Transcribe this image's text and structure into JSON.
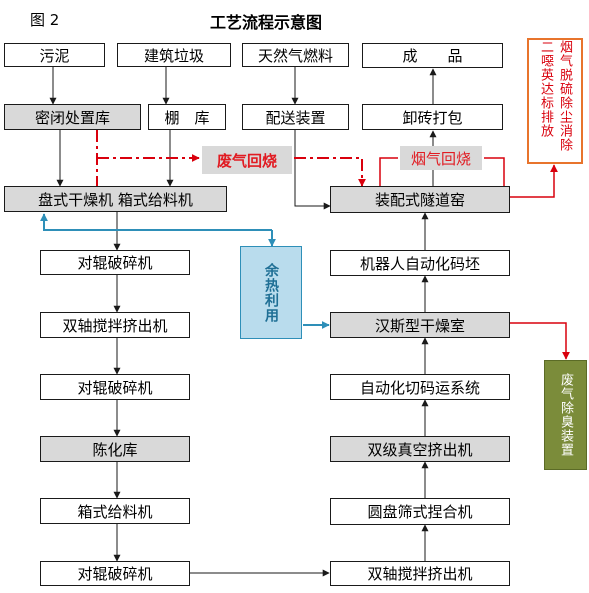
{
  "figure": {
    "label": "图 2",
    "title": "工艺流程示意图"
  },
  "colors": {
    "red": "#d9000d",
    "blue": "#2e8fb8",
    "gray_fill": "#d9d9d9",
    "blue_fill": "#b9dced",
    "green_fill": "#7b8c3a",
    "orange_border": "#e8742c",
    "red_text": "#e11b22"
  },
  "nodes": {
    "sludge": "污泥",
    "construction_waste": "建筑垃圾",
    "natural_gas_fuel": "天然气燃料",
    "finished_product": "成　　品",
    "sealed_depot": "密闭处置库",
    "shed_depot": "棚　库",
    "delivery_device": "配送装置",
    "unload_pack": "卸砖打包",
    "disc_dryer_box_feeder": "盘式干燥机  箱式给料机",
    "tunnel_kiln": "装配式隧道窑",
    "roller_crusher_1": "对辊破碎机",
    "robot_stacker": "机器人自动化码坯",
    "twin_shaft_extruder_1": "双轴搅拌挤出机",
    "hans_dryer": "汉斯型干燥室",
    "roller_crusher_2": "对辊破碎机",
    "auto_cut_stack": "自动化切码运系统",
    "aging_depot": "陈化库",
    "vacuum_extruder": "双级真空挤出机",
    "box_feeder": "箱式给料机",
    "disc_screen_mixer": "圆盘筛式捏合机",
    "roller_crusher_3": "对辊破碎机",
    "twin_shaft_extruder_2": "双轴搅拌挤出机"
  },
  "labels": {
    "waste_gas_return": "废气回烧",
    "flue_gas_return": "烟气回烧",
    "waste_heat_use": "余热利用",
    "flue_gas_treatment": "烟气脱硫除尘消除二噁英达标排放",
    "deodorization": "废气除臭装置"
  }
}
